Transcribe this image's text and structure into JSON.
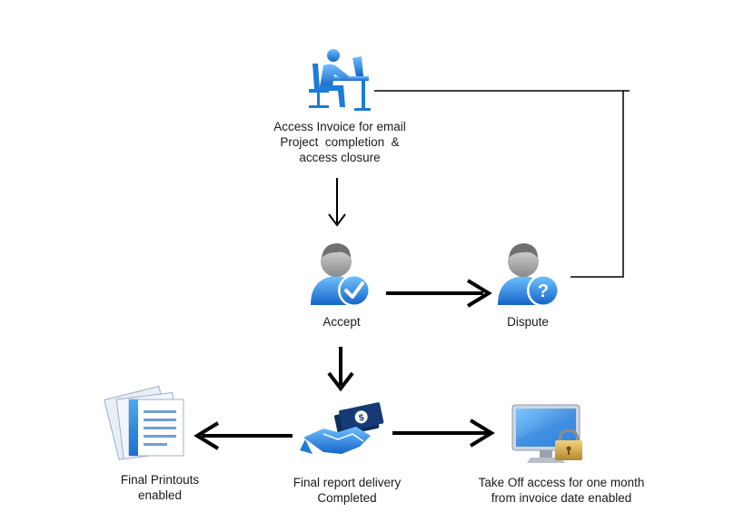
{
  "nodes": {
    "access_invoice": {
      "icon": "person-at-desk-icon",
      "label_lines": [
        "Access Invoice for email",
        "Project  completion  &",
        "access closure"
      ]
    },
    "accept": {
      "icon": "user-checkmark-icon",
      "label_lines": [
        "Accept"
      ]
    },
    "dispute": {
      "icon": "user-question-icon",
      "label_lines": [
        "Dispute"
      ]
    },
    "final_report": {
      "icon": "handshake-money-icon",
      "label_lines": [
        "Final report delivery",
        "Completed"
      ]
    },
    "final_printouts": {
      "icon": "documents-icon",
      "label_lines": [
        "Final Printouts",
        "enabled"
      ]
    },
    "take_off_access": {
      "icon": "locked-monitor-icon",
      "label_lines": [
        "Take Off access for one month",
        "from invoice date enabled"
      ]
    }
  },
  "edges": [
    {
      "from": "access_invoice",
      "to": "accept"
    },
    {
      "from": "accept",
      "to": "dispute"
    },
    {
      "from": "dispute",
      "to": "access_invoice"
    },
    {
      "from": "accept",
      "to": "final_report"
    },
    {
      "from": "final_report",
      "to": "final_printouts"
    },
    {
      "from": "final_report",
      "to": "take_off_access"
    }
  ],
  "colors": {
    "primary_blue": "#1e7bd8",
    "light_blue": "#5cb0f0",
    "gray": "#9a9a9a",
    "arrow": "#000000"
  }
}
